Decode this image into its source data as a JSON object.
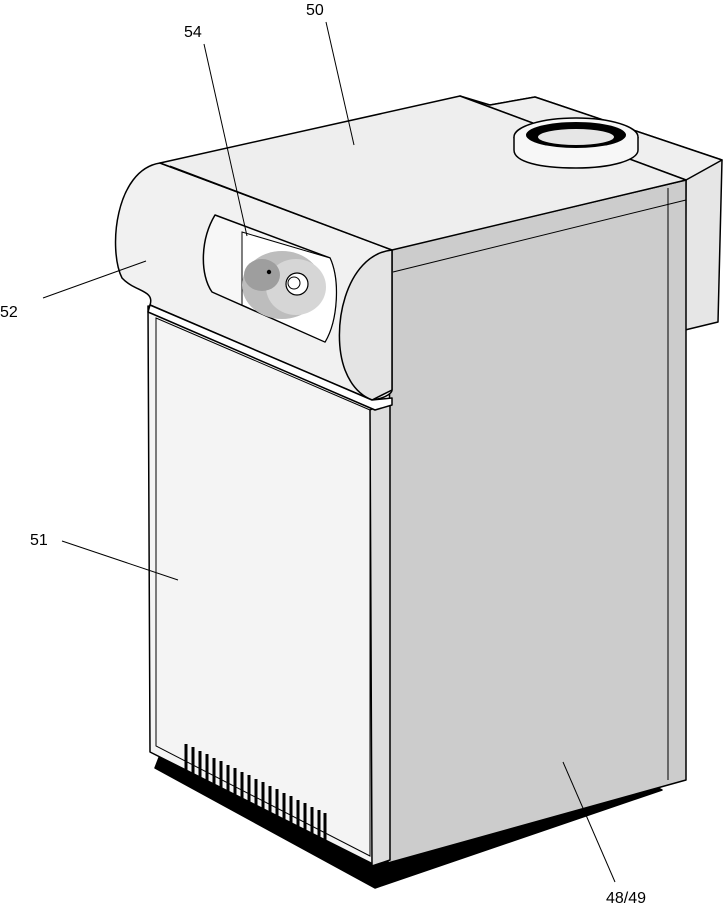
{
  "figure": {
    "callouts": [
      {
        "id": "callout-50",
        "label": "50"
      },
      {
        "id": "callout-54",
        "label": "54"
      },
      {
        "id": "callout-52",
        "label": "52"
      },
      {
        "id": "callout-51",
        "label": "51"
      },
      {
        "id": "callout-48-49",
        "label": "48/49"
      }
    ]
  },
  "colors": {
    "shadow": "#000000",
    "top_panel": "#eeeeee",
    "side_panel": "#cccccc",
    "front_panel": "#f4f4f4",
    "rear_box": "#e6e6e6",
    "dial_outer": "#bdbdbd",
    "dial_inner": "#9e9e9e",
    "line": "#000000"
  }
}
